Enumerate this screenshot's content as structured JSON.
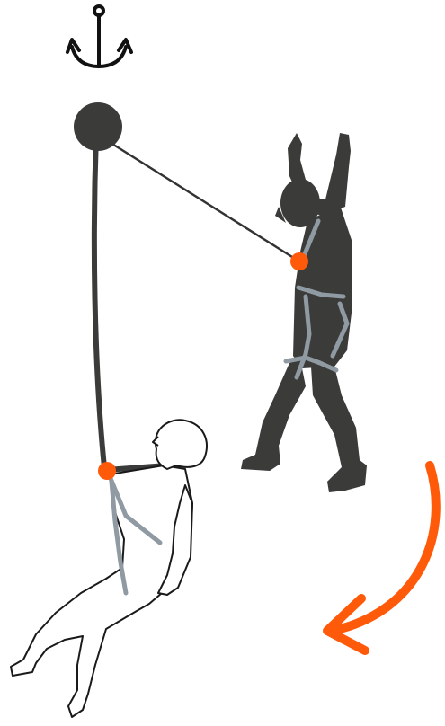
{
  "diagram": {
    "type": "fall-arrest illustration",
    "colors": {
      "background": "#ffffff",
      "dark": "#3b3b3a",
      "harness": "#8f9aa2",
      "accent": "#ff5a0a",
      "outline": "#1a1a1a"
    },
    "icons": [
      "anchor-icon",
      "pulley-icon",
      "swing-arrow-icon"
    ],
    "figures": [
      "worker-before-fall",
      "worker-after-fall"
    ],
    "connection_points": [
      "chest-attachment-before",
      "chest-attachment-after"
    ]
  }
}
